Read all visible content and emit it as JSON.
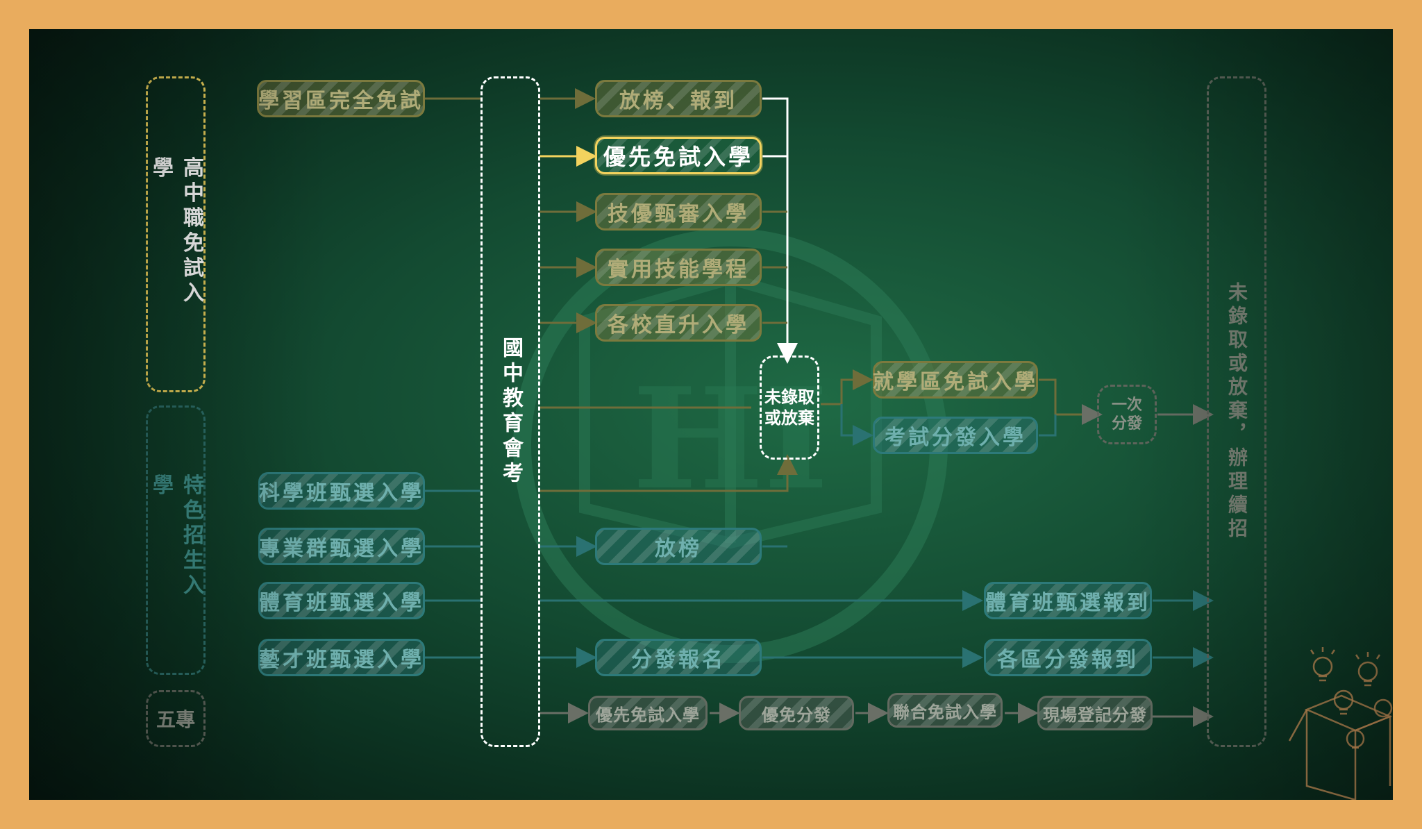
{
  "columns": {
    "high_free": "高中職免試入學",
    "special": "特色招生入學",
    "five_year": "五專",
    "exam": "國中教育會考",
    "result": "未錄取或放棄，辦理續招"
  },
  "free_track": {
    "district_free": "學習區完全免試",
    "release_report": "放榜、報到",
    "priority_free": "優先免試入學",
    "skill_selection": "技優甄審入學",
    "practical_skills": "實用技能學程",
    "direct_admission": "各校直升入學"
  },
  "special_track": {
    "science": "科學班甄選入學",
    "professional": "專業群甄選入學",
    "sports": "體育班甄選入學",
    "arts": "藝才班甄選入學",
    "release": "放榜",
    "distribution_reg": "分發報名",
    "sports_report": "體育班甄選報到",
    "district_report": "各區分發報到"
  },
  "unadmitted": {
    "line1": "未錄取",
    "line2": "或放棄"
  },
  "followups": {
    "district_exam_free": "就學區免試入學",
    "exam_distribution": "考試分發入學",
    "single_distribution_1": "一次",
    "single_distribution_2": "分發"
  },
  "five_year_track": {
    "priority": "優先免試入學",
    "priority_dist": "優免分發",
    "joint": "聯合免試入學",
    "onsite": "現場登記分發"
  },
  "colors": {
    "frame": "#e9ac5e",
    "board": "#134a31",
    "active_border": "#f3d35e",
    "olive": "#7c7a3e",
    "teal": "#2d7a7a",
    "gray": "#626a60"
  }
}
